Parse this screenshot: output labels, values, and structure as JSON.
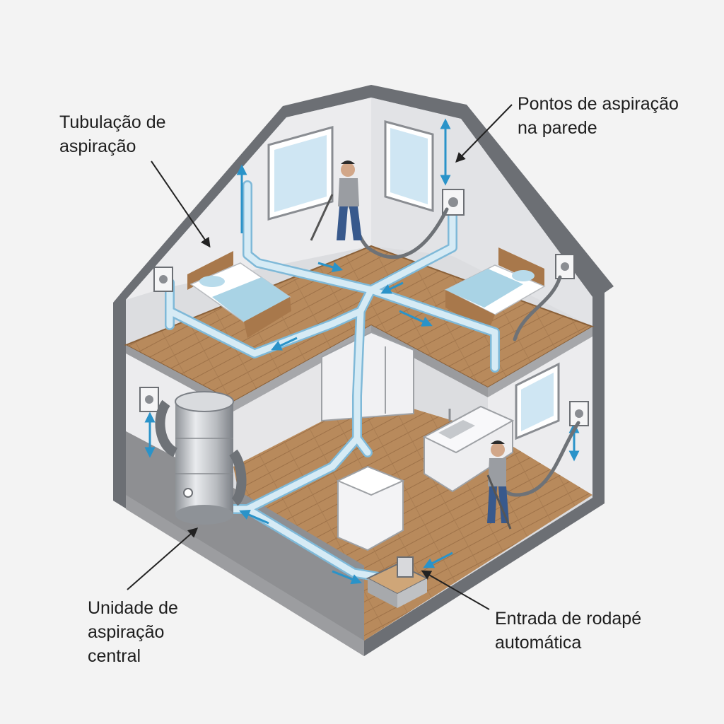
{
  "labels": {
    "tubulacao": {
      "lines": [
        "Tubulação de",
        "aspiração"
      ]
    },
    "pontos": {
      "lines": [
        "Pontos de aspiração",
        "na parede"
      ]
    },
    "unidade": {
      "lines": [
        "Unidade de",
        "aspiração",
        "central"
      ]
    },
    "entrada": {
      "lines": [
        "Entrada de rodapé",
        "automática"
      ]
    }
  },
  "colors": {
    "pipe": "#c9e4f2",
    "pipe_edge": "#7fb9d8",
    "arrow": "#2a93c9",
    "floor": "#b88a5c",
    "wall": "#e4e4e6",
    "outline": "#5f6266",
    "hose": "#6e7277",
    "unit": "#c4c7cb"
  }
}
